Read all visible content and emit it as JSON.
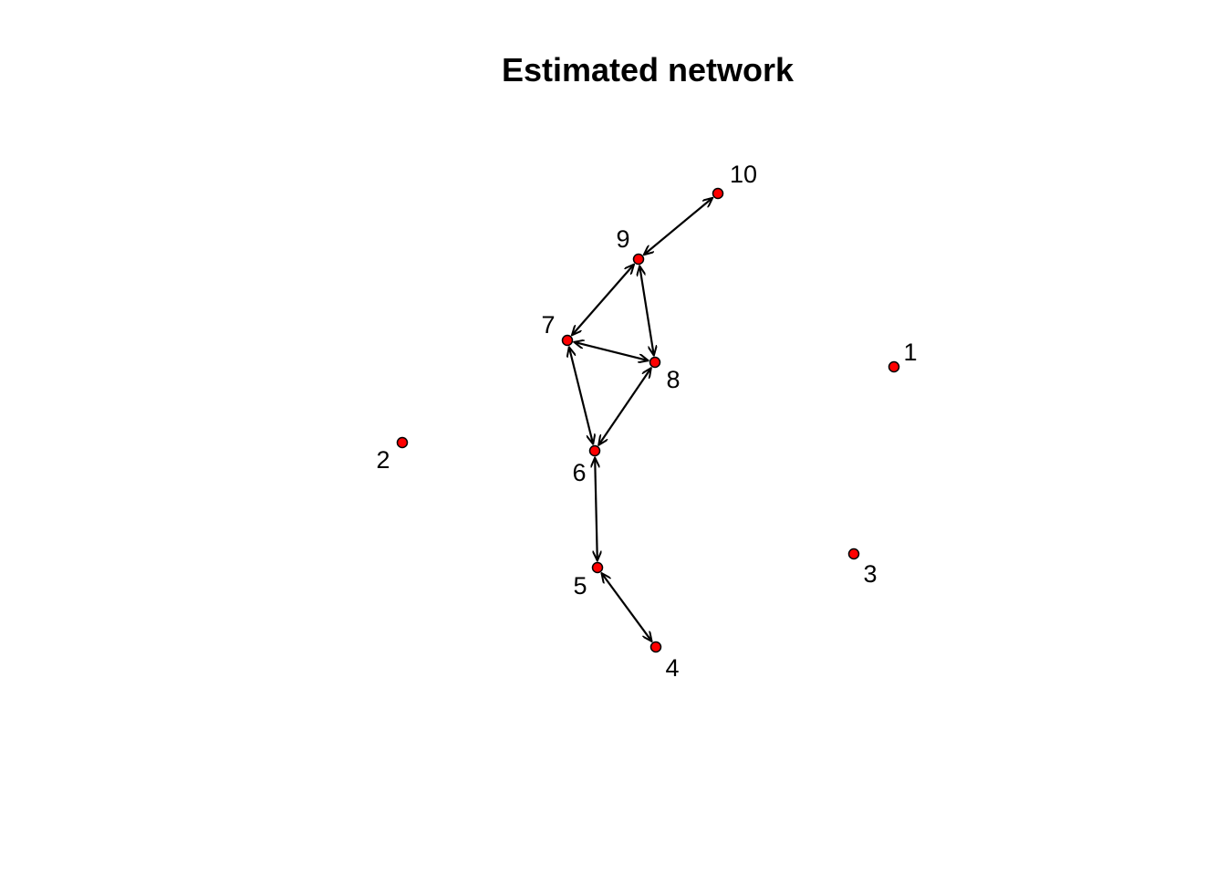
{
  "title": "Estimated network",
  "node_color": "#ff0000",
  "edge_color": "#000000",
  "nodes": [
    {
      "id": "1",
      "label": "1"
    },
    {
      "id": "2",
      "label": "2"
    },
    {
      "id": "3",
      "label": "3"
    },
    {
      "id": "4",
      "label": "4"
    },
    {
      "id": "5",
      "label": "5"
    },
    {
      "id": "6",
      "label": "6"
    },
    {
      "id": "7",
      "label": "7"
    },
    {
      "id": "8",
      "label": "8"
    },
    {
      "id": "9",
      "label": "9"
    },
    {
      "id": "10",
      "label": "10"
    }
  ],
  "edges": [
    {
      "from": "10",
      "to": "9",
      "directed": "both"
    },
    {
      "from": "9",
      "to": "7",
      "directed": "both"
    },
    {
      "from": "9",
      "to": "8",
      "directed": "both"
    },
    {
      "from": "7",
      "to": "8",
      "directed": "both"
    },
    {
      "from": "7",
      "to": "6",
      "directed": "both"
    },
    {
      "from": "8",
      "to": "6",
      "directed": "both"
    },
    {
      "from": "6",
      "to": "5",
      "directed": "both"
    },
    {
      "from": "5",
      "to": "4",
      "directed": "both"
    }
  ]
}
